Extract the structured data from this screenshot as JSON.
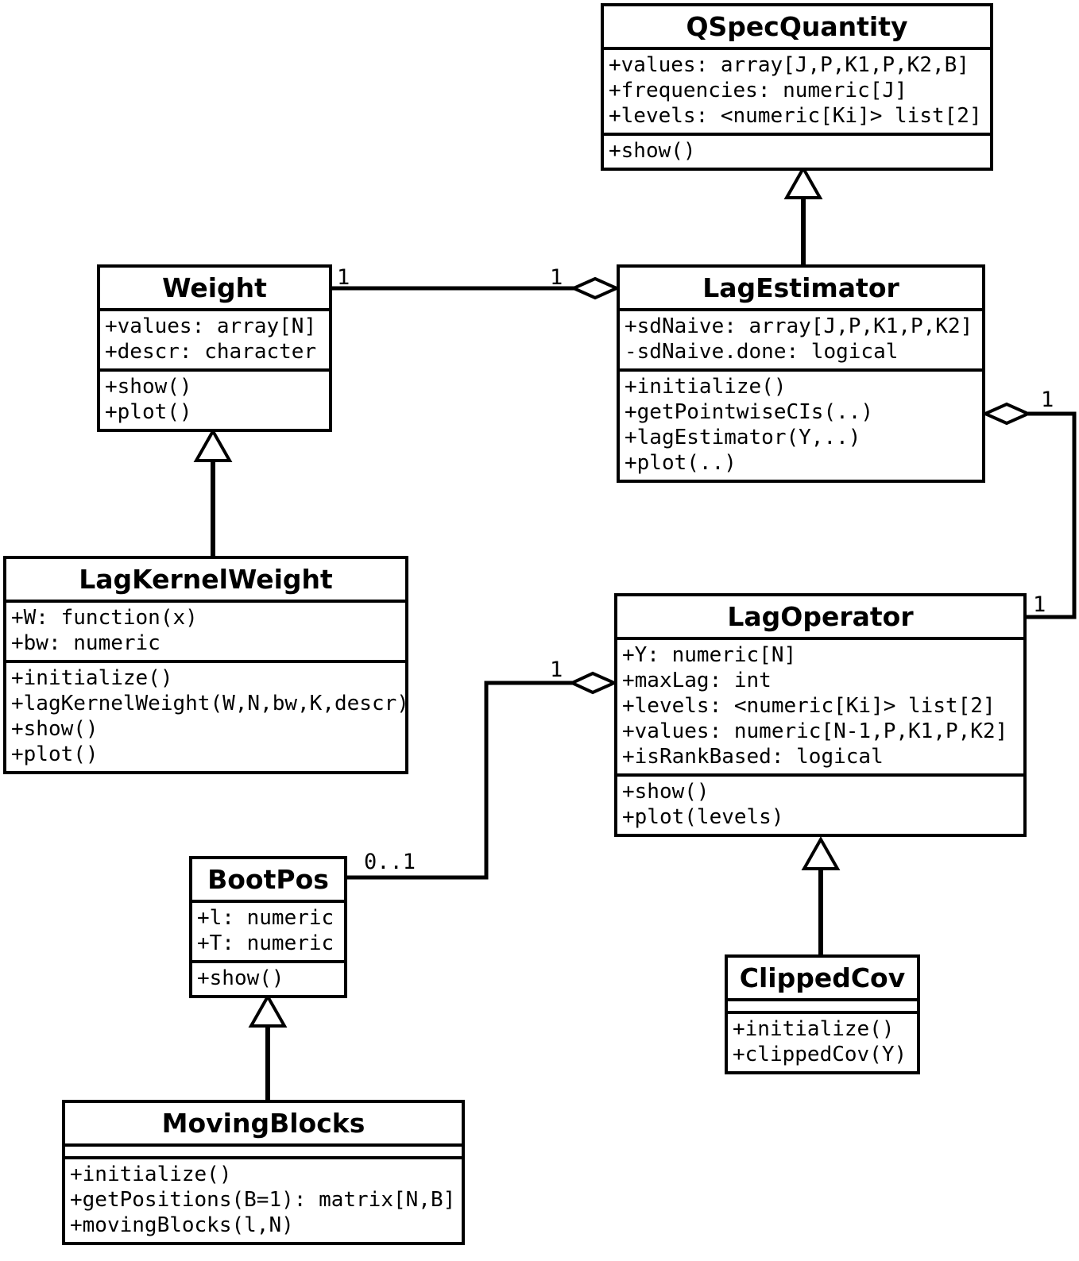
{
  "classes": {
    "qspec": {
      "title": "QSpecQuantity",
      "attrs": [
        "+values: array[J,P,K1,P,K2,B]",
        "+frequencies: numeric[J]",
        "+levels: <numeric[Ki]> list[2]"
      ],
      "methods": [
        "+show()"
      ]
    },
    "weight": {
      "title": "Weight",
      "attrs": [
        "+values: array[N]",
        "+descr: character"
      ],
      "methods": [
        "+show()",
        "+plot()"
      ]
    },
    "lagestimator": {
      "title": "LagEstimator",
      "attrs": [
        "+sdNaive: array[J,P,K1,P,K2]",
        "-sdNaive.done: logical"
      ],
      "methods": [
        "+initialize()",
        "+getPointwiseCIs(..)",
        "+lagEstimator(Y,..)",
        "+plot(..)"
      ]
    },
    "lagkernelweight": {
      "title": "LagKernelWeight",
      "attrs": [
        "+W: function(x)",
        "+bw: numeric"
      ],
      "methods": [
        "+initialize()",
        "+lagKernelWeight(W,N,bw,K,descr)",
        "+show()",
        "+plot()"
      ]
    },
    "lagoperator": {
      "title": "LagOperator",
      "attrs": [
        "+Y: numeric[N]",
        "+maxLag: int",
        "+levels: <numeric[Ki]> list[2]",
        "+values: numeric[N-1,P,K1,P,K2]",
        "+isRankBased: logical"
      ],
      "methods": [
        "+show()",
        "+plot(levels)"
      ]
    },
    "bootpos": {
      "title": "BootPos",
      "attrs": [
        "+l: numeric",
        "+T: numeric"
      ],
      "methods": [
        "+show()"
      ]
    },
    "clippedcov": {
      "title": "ClippedCov",
      "attrs": [],
      "methods": [
        "+initialize()",
        "+clippedCov(Y)"
      ]
    },
    "movingblocks": {
      "title": "MovingBlocks",
      "attrs": [],
      "methods": [
        "+initialize()",
        "+getPositions(B=1): matrix[N,B]",
        "+movingBlocks(l,N)"
      ]
    }
  },
  "labels": {
    "weight_assoc_near_weight": "1",
    "weight_assoc_near_lagestimator": "1",
    "lagestimator_lagoperator_top": "1",
    "lagestimator_lagoperator_bottom": "1",
    "bootpos_mult": "0..1",
    "bootpos_lagoperator_near_diamond": "1"
  },
  "colors": {
    "line": "#000000",
    "background": "#ffffff"
  }
}
